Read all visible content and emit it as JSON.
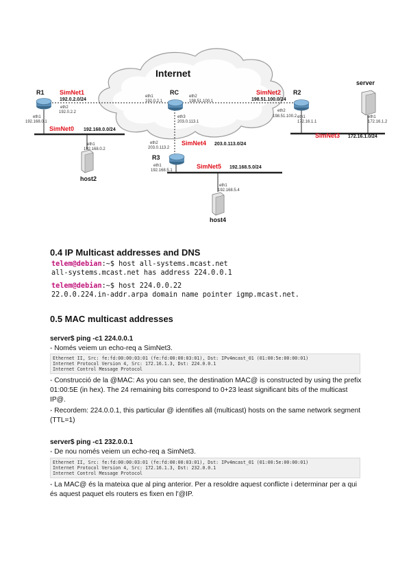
{
  "diagram": {
    "cloud_label": "Internet",
    "routers": {
      "r1": "R1",
      "rc": "RC",
      "r2": "R2",
      "r3": "R3"
    },
    "hosts": {
      "server": "server",
      "host2": "host2",
      "host4": "host4"
    },
    "networks": {
      "simnet1": {
        "name": "SimNet1",
        "addr": "192.0.2.0/24"
      },
      "simnet0": {
        "name": "SimNet0",
        "addr": "192.168.0.0/24"
      },
      "simnet2": {
        "name": "SimNet2",
        "addr": "198.51.100.0/24"
      },
      "simnet3": {
        "name": "SimNet3",
        "addr": "172.16.1.0/24"
      },
      "simnet4": {
        "name": "SimNet4",
        "addr": "203.0.113.0/24"
      },
      "simnet5": {
        "name": "SimNet5",
        "addr": "192.168.5.0/24"
      }
    },
    "ifaces": {
      "r1_eth2": "eth2",
      "r1_eth2_ip": "192.0.2.2",
      "r1_eth1": "eth1",
      "r1_eth1_ip": "192.168.0.1",
      "rc_eth1": "eth1",
      "rc_eth1_ip": "192.0.2.1",
      "rc_eth2": "eth2",
      "rc_eth2_ip": "198.51.100.1",
      "rc_eth3": "eth3",
      "rc_eth3_ip": "203.0.113.1",
      "r2_eth2": "eth2",
      "r2_eth2_ip": "198.51.100.2",
      "r2_eth1": "eth1",
      "r2_eth1_ip": "172.16.1.1",
      "srv_eth1": "eth1",
      "srv_eth1_ip": "172.16.1.2",
      "r3_eth2": "eth2",
      "r3_eth2_ip": "203.0.113.2",
      "r3_eth1": "eth1",
      "r3_eth1_ip": "192.168.5.1",
      "h2_eth1": "eth1",
      "h2_eth1_ip": "192.168.0.2",
      "h4_eth1": "eth1",
      "h4_eth1_ip": "192.168.5.4"
    }
  },
  "section_04": {
    "title": "0.4 IP Multicast addresses and DNS",
    "prompt1": "telem@debian",
    "cmd1": ":~$ host all-systems.mcast.net",
    "out1": "all-systems.mcast.net has address 224.0.0.1",
    "prompt2": "telem@debian",
    "cmd2": ":~$ host 224.0.0.22",
    "out2": "22.0.0.224.in-addr.arpa domain name pointer igmp.mcast.net."
  },
  "section_05": {
    "title": "0.5 MAC multicast addresses",
    "cmd_a": "server$ ping -c1 224.0.0.1",
    "note_a": "- Només veiem un echo-req a SimNet3.",
    "shot_a": [
      "Ethernet II, Src: fe:fd:00:00:03:01 (fe:fd:00:00:03:01), Dst: IPv4mcast_01 (01:00:5e:00:00:01)",
      "Internet Protocol Version 4, Src: 172.16.1.3, Dst: 224.0.0.1",
      "Internet Control Message Protocol"
    ],
    "para_a1": "- Construcció de la @MAC: As you can see, the destination MAC@ is constructed by using the prefix 01:00:5E (in hex). The 24 remaining bits correspond to 0+23 least significant bits of the multicast IP@.",
    "para_a2": "- Recordem: 224.0.0.1, this particular @ identifies all (multicast) hosts on the same network segment (TTL=1)",
    "cmd_b": "server$ ping -c1 232.0.0.1",
    "note_b": "- De nou només veiem un echo-req a SimNet3.",
    "shot_b": [
      "Ethernet II, Src: fe:fd:00:00:03:01 (fe:fd:00:00:03:01), Dst: IPv4mcast_01 (01:00:5e:00:00:01)",
      "Internet Protocol Version 4, Src: 172.16.1.3, Dst: 232.0.0.1",
      "Internet Control Message Protocol"
    ],
    "para_b1": "- La MAC@ és la mateixa que al ping anterior. Per a resoldre aquest conflicte i determinar per a qui és aquest paquet els routers es fixen en l'@IP."
  }
}
